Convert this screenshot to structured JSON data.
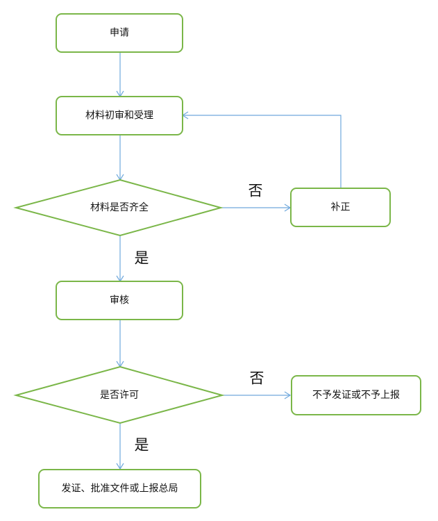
{
  "colors": {
    "node_border": "#7ab648",
    "edge": "#6fa8dc",
    "text": "#111111"
  },
  "nodes": {
    "apply": "申请",
    "initial_review": "材料初审和受理",
    "materials_complete": "材料是否齐全",
    "supplement": "补正",
    "review": "审核",
    "permit": "是否许可",
    "deny": "不予发证或不予上报",
    "issue": "发证、批准文件或上报总局"
  },
  "edge_labels": {
    "materials_no": "否",
    "materials_yes": "是",
    "permit_no": "否",
    "permit_yes": "是"
  }
}
